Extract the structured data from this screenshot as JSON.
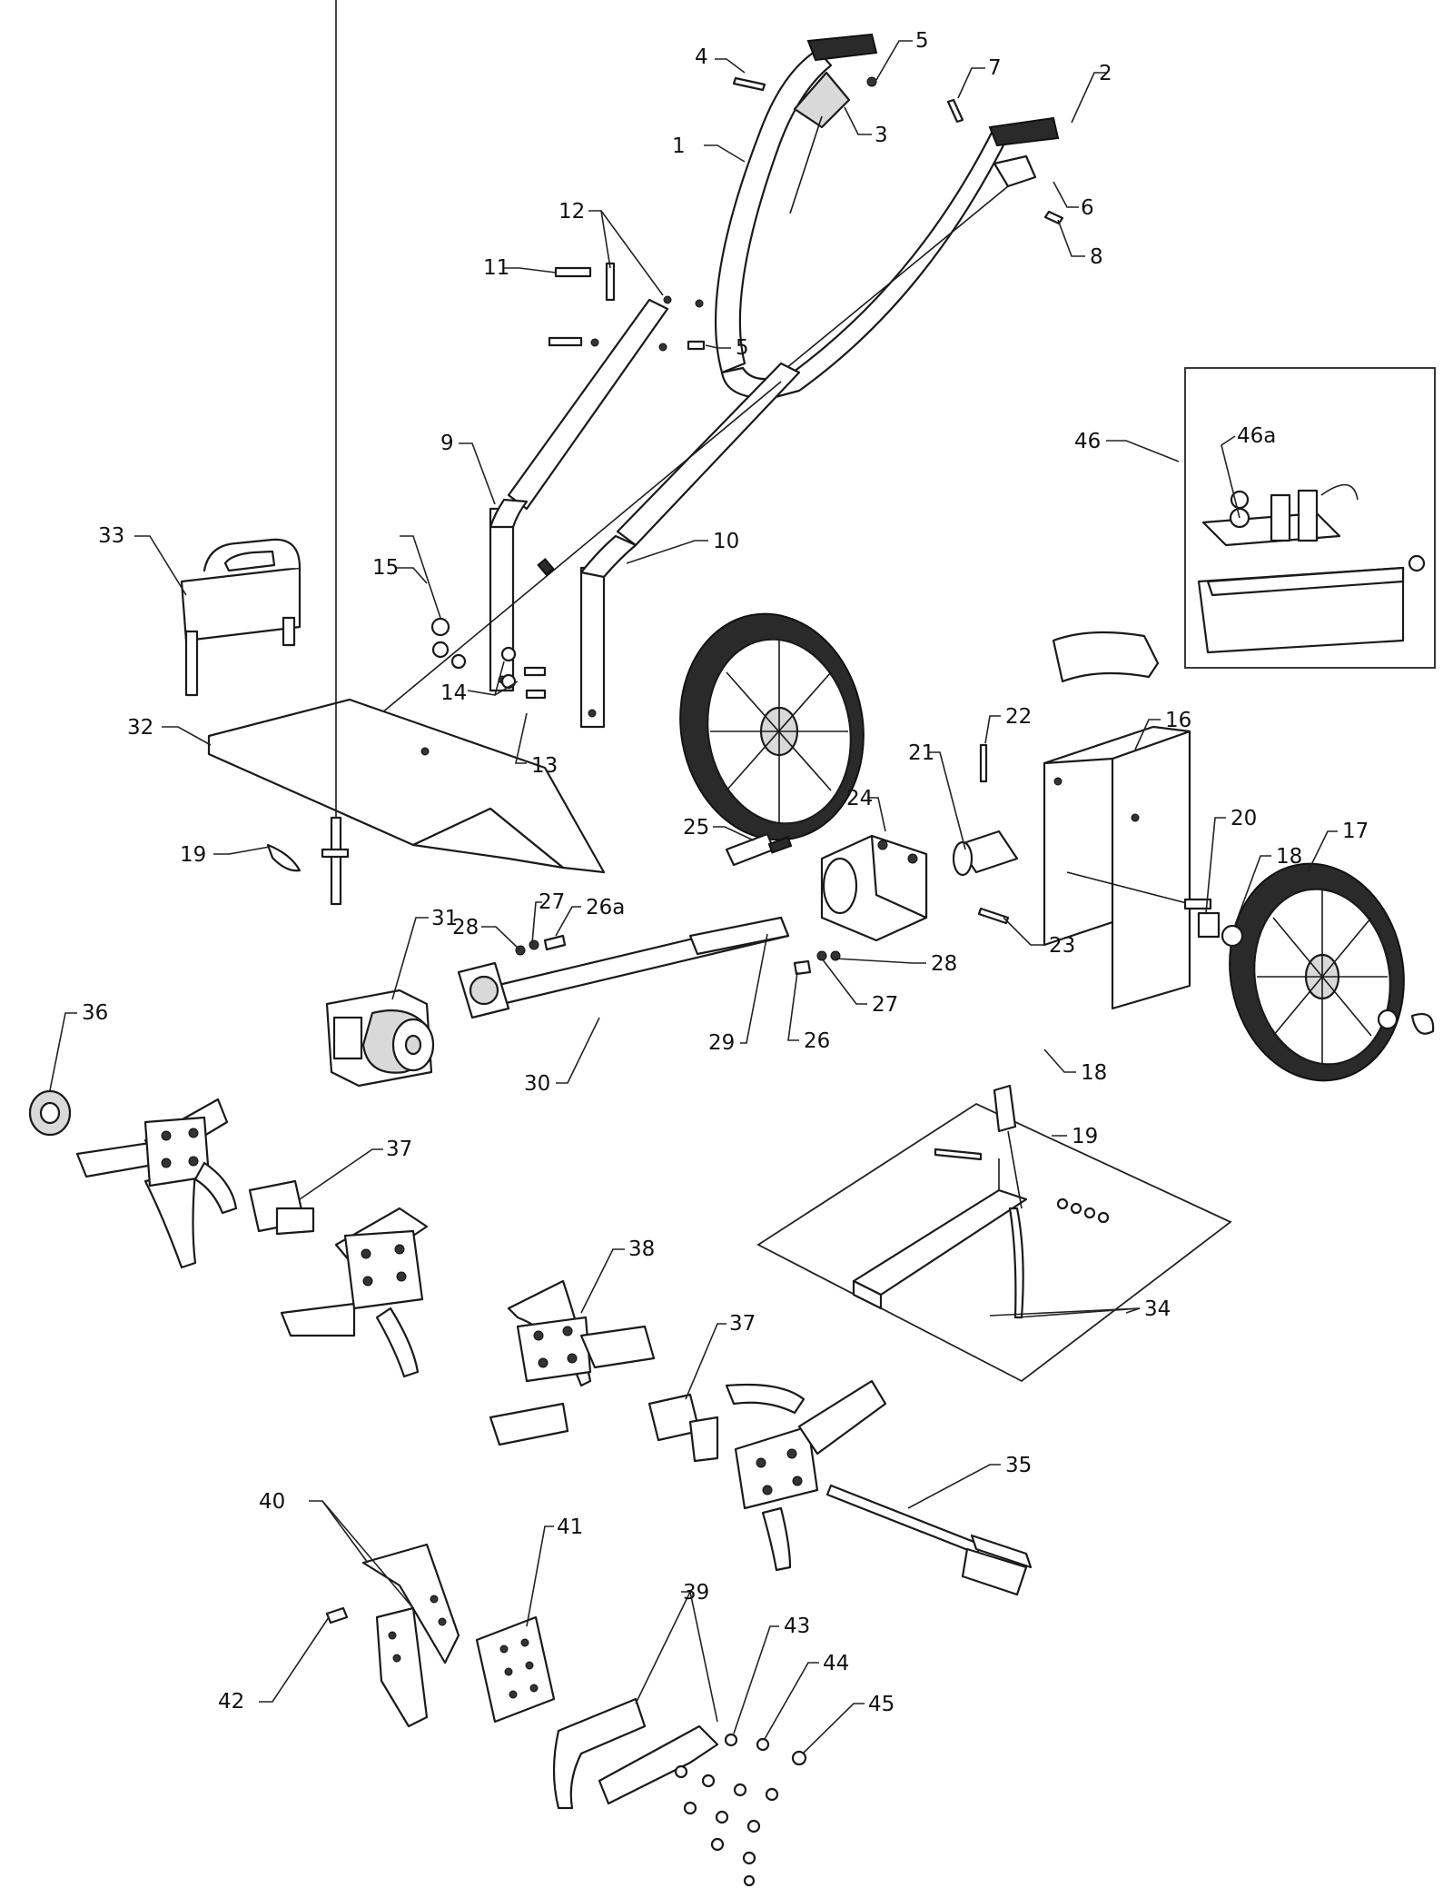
{
  "callouts": {
    "c1": "1",
    "c2": "2",
    "c3": "3",
    "c4": "4",
    "c5a": "5",
    "c5b": "5",
    "c6": "6",
    "c7": "7",
    "c8": "8",
    "c9": "9",
    "c10": "10",
    "c11": "11",
    "c12": "12",
    "c13": "13",
    "c14": "14",
    "c15": "15",
    "c16": "16",
    "c17": "17",
    "c18a": "18",
    "c18b": "18",
    "c19a": "19",
    "c19b": "19",
    "c20": "20",
    "c21": "21",
    "c22": "22",
    "c23": "23",
    "c24": "24",
    "c25": "25",
    "c26": "26",
    "c26a": "26a",
    "c27a": "27",
    "c27b": "27",
    "c28a": "28",
    "c28b": "28",
    "c29": "29",
    "c30": "30",
    "c31": "31",
    "c32": "32",
    "c33": "33",
    "c34": "34",
    "c35": "35",
    "c36": "36",
    "c37a": "37",
    "c37b": "37",
    "c38": "38",
    "c39": "39",
    "c40": "40",
    "c41": "41",
    "c42": "42",
    "c43": "43",
    "c44": "44",
    "c45": "45",
    "c46": "46",
    "c46a": "46a"
  }
}
